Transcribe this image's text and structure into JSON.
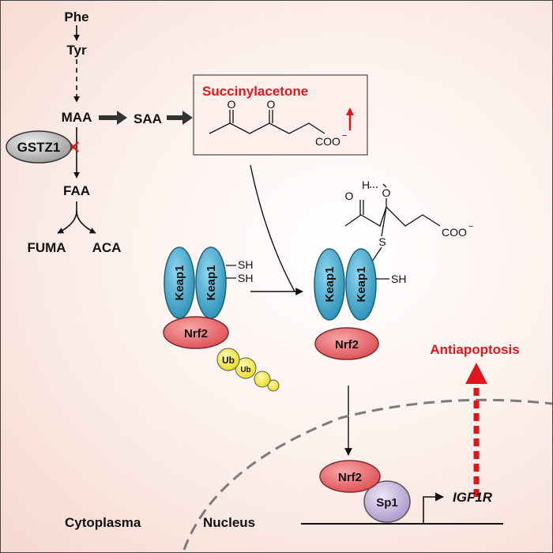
{
  "pathway": {
    "phe": "Phe",
    "tyr": "Tyr",
    "maa": "MAA",
    "saa": "SAA",
    "faa": "FAA",
    "fuma": "FUMA",
    "aca": "ACA",
    "enzyme": "GSTZ1"
  },
  "succinylacetone": {
    "title": "Succinylacetone",
    "oxygen_1": "O",
    "oxygen_2": "O",
    "carboxylate": "COO",
    "charge": "−"
  },
  "adduct": {
    "hydrogen": "H",
    "oxygen_1": "O",
    "oxygen_2": "O",
    "sulfur": "S",
    "carboxylate": "COO",
    "charge": "−"
  },
  "complex_left": {
    "keap_1": "Keap1",
    "keap_2": "Keap1",
    "thiol_1": "SH",
    "thiol_2": "SH",
    "nrf2": "Nrf2",
    "ub_1": "Ub",
    "ub_2": "Ub"
  },
  "complex_right": {
    "keap_1": "Keap1",
    "keap_2": "Keap1",
    "thiol": "SH",
    "nrf2": "Nrf2"
  },
  "nucleus_complex": {
    "nrf2": "Nrf2",
    "sp1": "Sp1",
    "gene": "IGF1R"
  },
  "outcome": "Antiapoptosis",
  "regions": {
    "cytoplasm": "Cytoplasma",
    "nucleus": "Nucleus"
  },
  "colors": {
    "keap1_fill": "#3aa6c9",
    "nrf2_fill": "#e85f63",
    "ub_fill": "#f4ee3a",
    "sp1_fill": "#c3b0dc",
    "gstz1_fill": "#b5b5b5",
    "highlight_red": "#e0161b"
  }
}
